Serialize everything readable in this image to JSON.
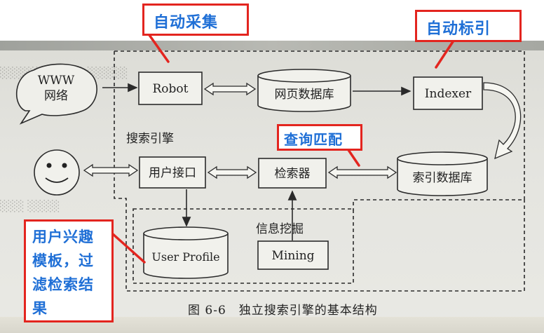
{
  "callouts": {
    "auto_collect": "自动采集",
    "auto_index": "自动标引",
    "query_match": "查询匹配",
    "user_interest": "用户兴趣模板，过滤检索结果",
    "user_interest_lines": [
      "用户兴趣",
      "模板，过",
      "滤检索结",
      "果"
    ]
  },
  "diagram": {
    "www_line1": "WWW",
    "www_line2": "网络",
    "robot": "Robot",
    "page_db": "网页数据库",
    "indexer": "Indexer",
    "engine_label": "搜索引擎",
    "user_interface": "用户接口",
    "retriever": "检索器",
    "index_db": "索引数据库",
    "info_mining": "信息挖掘",
    "user_profile": "User Profile",
    "mining": "Mining",
    "smiley": "☺"
  },
  "caption": "图 6-6　独立搜索引擎的基本结构"
}
